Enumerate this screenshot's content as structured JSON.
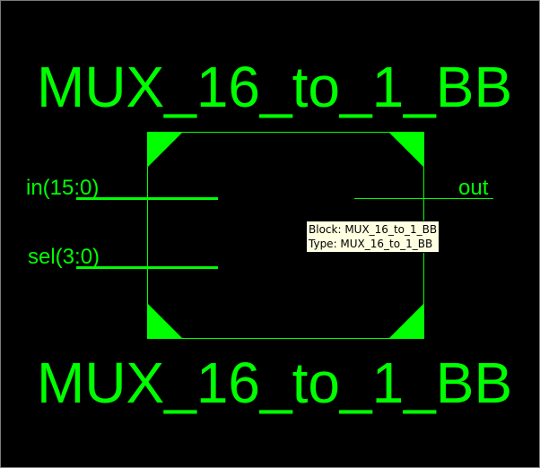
{
  "diagram": {
    "block_title_top": "MUX_16_to_1_BB",
    "block_title_bottom": "MUX_16_to_1_BB",
    "ports": {
      "input_data": "in(15:0)",
      "input_select": "sel(3:0)",
      "output": "out"
    },
    "tooltip": {
      "block_line": "Block: MUX_16_to_1_BB",
      "type_line": "Type: MUX_16_to_1_BB"
    },
    "colors": {
      "background": "#000000",
      "symbol": "#00ff00",
      "tooltip_bg": "#ffffe1"
    }
  }
}
